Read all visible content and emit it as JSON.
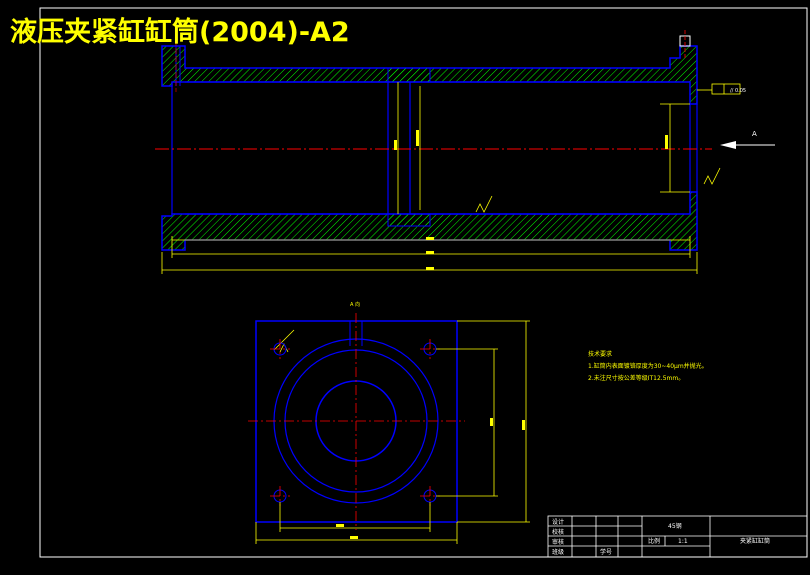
{
  "drawing": {
    "title": "液压夹紧缸缸筒(2004)-A2",
    "view_label": "A 向",
    "arrow_label": "A",
    "tolerance_frame": "// 0.05"
  },
  "notes": {
    "heading": "技术要求",
    "items": [
      "1.缸筒内表面镀铬厚度为30~40μm并抛光。",
      "2.未注尺寸按公差等级IT12.5mm。"
    ]
  },
  "title_block": {
    "design": "设计",
    "check": "校核",
    "review": "审核",
    "class": "班级",
    "student_no": "学号",
    "material": "45钢",
    "scale_label": "比例",
    "scale_value": "1:1",
    "part_name": "夹紧缸缸筒"
  },
  "colors": {
    "background": "#000000",
    "outline": "#0000ff",
    "centerline": "#ff0000",
    "dimension": "#ffff00",
    "hatch": "#00ff00",
    "text": "#ffff00"
  }
}
